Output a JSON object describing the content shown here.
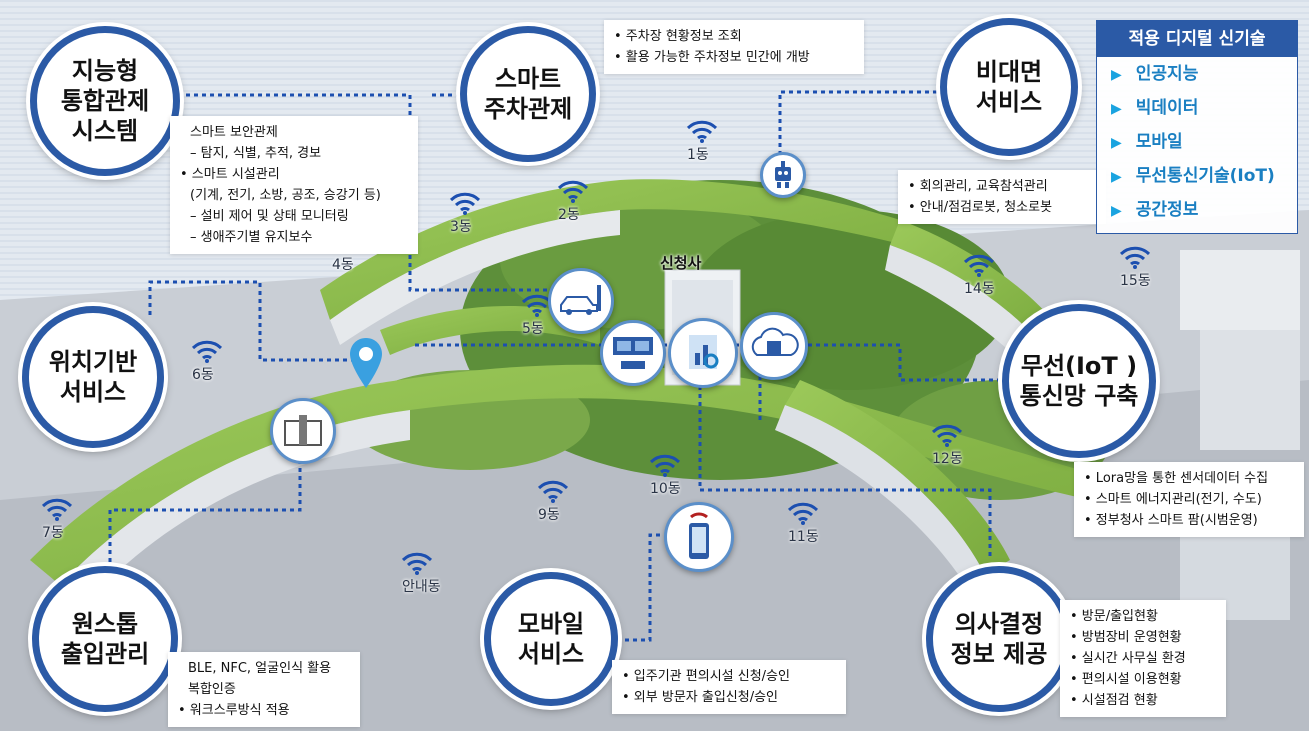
{
  "hubs": [
    {
      "id": "intelligent",
      "label": "지능형\n통합관제\n시스템"
    },
    {
      "id": "parking",
      "label": "스마트\n주차관제"
    },
    {
      "id": "contactless",
      "label": "비대면\n서비스"
    },
    {
      "id": "location",
      "label": "위치기반\n서비스"
    },
    {
      "id": "iot",
      "label": "무선(IoT )\n통신망 구축"
    },
    {
      "id": "onestop",
      "label": "원스톱\n출입관리"
    },
    {
      "id": "mobile",
      "label": "모바일\n서비스"
    },
    {
      "id": "decision",
      "label": "의사결정\n정보 제공"
    }
  ],
  "notes": {
    "intelligent": [
      "스마트 보안관제",
      "– 탐지, 식별, 추적, 경보",
      "• 스마트 시설관리",
      "(기계, 전기, 소방, 공조, 승강기 등)",
      "– 설비 제어 및 상태 모니터링",
      "– 생애주기별 유지보수"
    ],
    "parking": [
      "• 주차장 현황정보 조회",
      "• 활용 가능한 주차정보 민간에 개방"
    ],
    "contactless": [
      "• 회의관리, 교육참석관리",
      "• 안내/점검로봇, 청소로봇"
    ],
    "iot": [
      "• Lora망을 통한 센서데이터 수집",
      "• 스마트 에너지관리(전기, 수도)",
      "• 정부청사 스마트 팜(시범운영)"
    ],
    "decision": [
      "• 방문/출입현황",
      "• 방범장비 운영현황",
      "• 실시간 사무실 환경",
      "• 편의시설 이용현황",
      "• 시설점검 현황"
    ],
    "mobile": [
      "• 입주기관 편의시설 신청/승인",
      "• 외부 방문자 출입신청/승인"
    ],
    "onestop": [
      "BLE, NFC, 얼굴인식 활용",
      "복합인증",
      "• 워크스루방식 적용"
    ]
  },
  "panel": {
    "title": "적용 디지털 신기술",
    "items": [
      "인공지능",
      "빅데이터",
      "모바일",
      "무선통신기술(IoT)",
      "공간정보"
    ],
    "accent": "#2b5aa6"
  },
  "center_label": "신청사",
  "buildings": [
    "1동",
    "2동",
    "3동",
    "4동",
    "5동",
    "6동",
    "7동",
    "9동",
    "10동",
    "11동",
    "12동",
    "14동",
    "15동",
    "안내동"
  ],
  "icons": [
    "robot-icon",
    "car-parking-icon",
    "control-room-icon",
    "analytics-icon",
    "cloud-server-icon",
    "location-pin-icon",
    "gate-icon",
    "smartphone-icon",
    "wifi-icon"
  ]
}
